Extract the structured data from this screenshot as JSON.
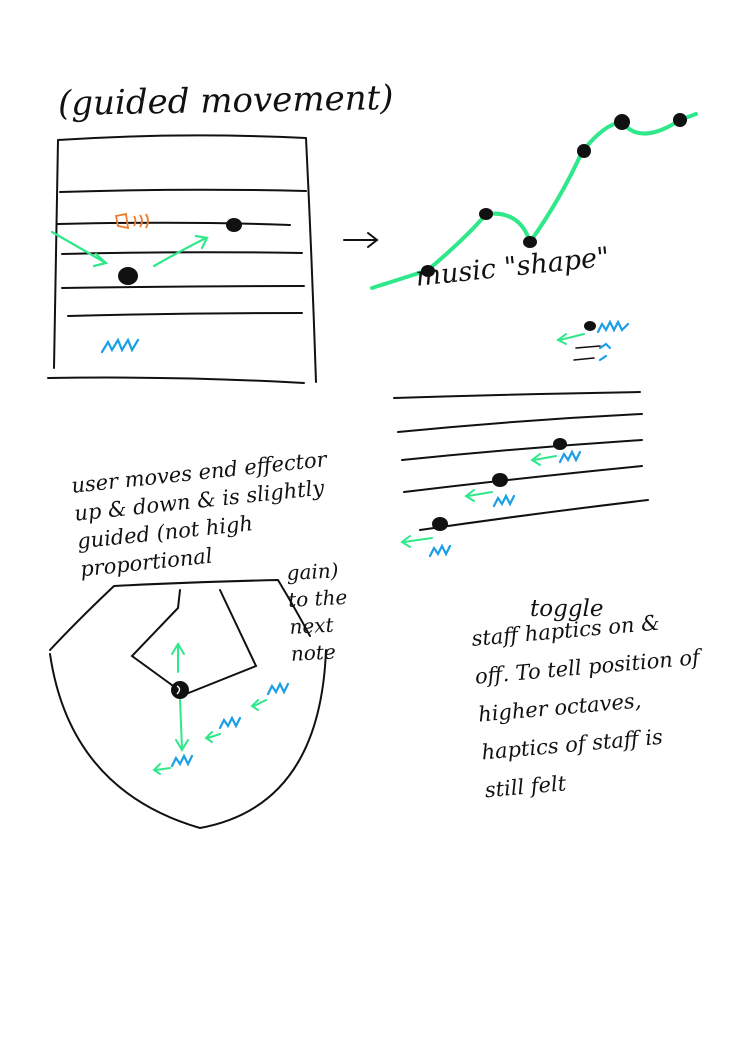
{
  "title": "(guided movement)",
  "shape_label": "music \"shape\"",
  "user_note_lines": [
    "user moves end effector",
    "up & down & is slightly",
    "guided (not high proportional"
  ],
  "gain_note_lines": [
    "gain)",
    "to the",
    "next",
    "note"
  ],
  "toggle_title": "toggle",
  "toggle_note_lines": [
    "staff haptics on &",
    "off. To tell position of",
    "higher octaves,",
    "haptics of staff is",
    "still felt"
  ],
  "colors": {
    "ink": "#111111",
    "guide_arrow": "#2ee88a",
    "vibration": "#1a9ee8",
    "sound": "#f07a2a"
  },
  "icons": [
    "sound-icon",
    "vibration-icon",
    "arrow-icon",
    "note-icon"
  ]
}
